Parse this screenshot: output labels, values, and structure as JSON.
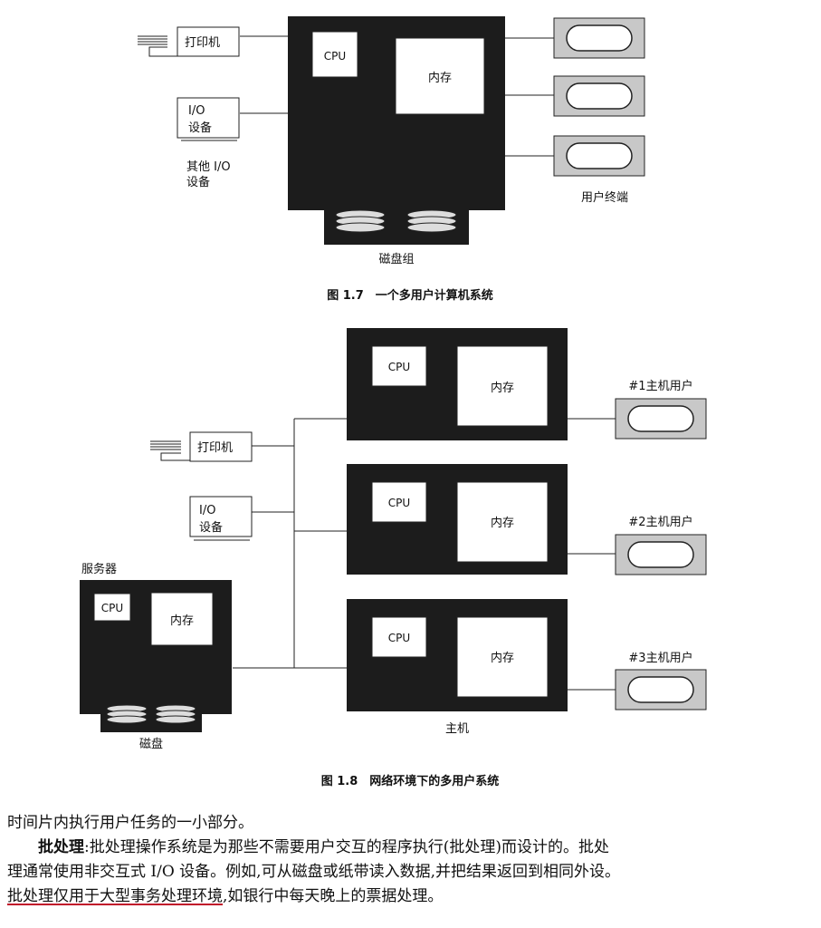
{
  "figure_1_7": {
    "printer": "打印机",
    "io_device_line1": "I/O",
    "io_device_line2": "设备",
    "other_io_line1": "其他 I/O",
    "other_io_line2": "设备",
    "cpu": "CPU",
    "memory": "内存",
    "disk_group": "磁盘组",
    "user_terminal": "用户终端",
    "caption": "图 1.7　一个多用户计算机系统"
  },
  "figure_1_8": {
    "server": "服务器",
    "server_cpu": "CPU",
    "server_memory": "内存",
    "server_disk": "磁盘",
    "printer": "打印机",
    "io_device_line1": "I/O",
    "io_device_line2": "设备",
    "host": "主机",
    "hosts": [
      {
        "cpu": "CPU",
        "memory": "内存",
        "user": "#1主机用户"
      },
      {
        "cpu": "CPU",
        "memory": "内存",
        "user": "#2主机用户"
      },
      {
        "cpu": "CPU",
        "memory": "内存",
        "user": "#3主机用户"
      }
    ],
    "caption": "图 1.8　网络环境下的多用户系统"
  },
  "body": {
    "line1": "时间片内执行用户任务的一小部分。",
    "term": "批处理",
    "line2_rest": ":批处理操作系统是为那些不需要用户交互的程序执行(批处理)而设计的。批处",
    "line3": "理通常使用非交互式 I/O 设备。例如,可从磁盘或纸带读入数据,并把结果返回到相同外设。",
    "line4_underlined": "批处理仅用于大型事务处理环境",
    "line4_rest": ",如银行中每天晚上的票据处理。"
  }
}
